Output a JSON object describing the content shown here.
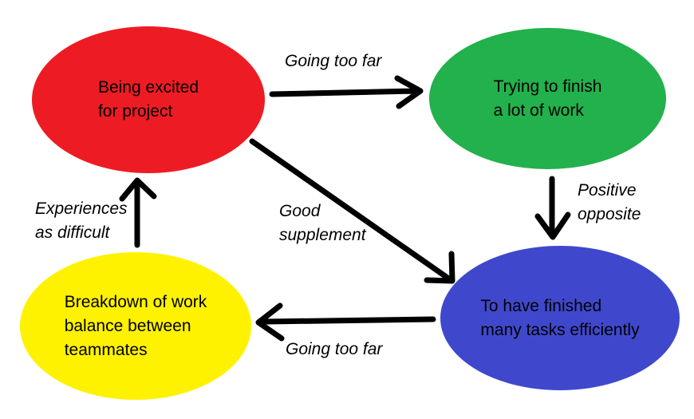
{
  "diagram": {
    "background": "#ffffff",
    "arrow_color": "#000000",
    "text_color": "#000000",
    "nodes": [
      {
        "name": "being-excited",
        "label": "Being excited\nfor project",
        "color": "#ed1c24"
      },
      {
        "name": "trying-to-finish",
        "label": "Trying to finish\na lot of work",
        "color": "#22b14c"
      },
      {
        "name": "finished-tasks",
        "label": "To have finished\nmany tasks efficiently",
        "color": "#3f48cc"
      },
      {
        "name": "work-balance-breakdown",
        "label": "Breakdown of work\nbalance between\nteammates",
        "color": "#fff200"
      }
    ],
    "edges": [
      {
        "name": "excited-to-trying",
        "from": "being-excited",
        "to": "trying-to-finish",
        "label": "Going too far"
      },
      {
        "name": "trying-to-finished",
        "from": "trying-to-finish",
        "to": "finished-tasks",
        "label": "Positive\nopposite"
      },
      {
        "name": "excited-to-finished",
        "from": "being-excited",
        "to": "finished-tasks",
        "label": "Good\nsupplement"
      },
      {
        "name": "finished-to-breakdown",
        "from": "finished-tasks",
        "to": "work-balance-breakdown",
        "label": "Going too far"
      },
      {
        "name": "breakdown-to-excited",
        "from": "work-balance-breakdown",
        "to": "being-excited",
        "label": "Experiences\nas difficult"
      }
    ]
  }
}
